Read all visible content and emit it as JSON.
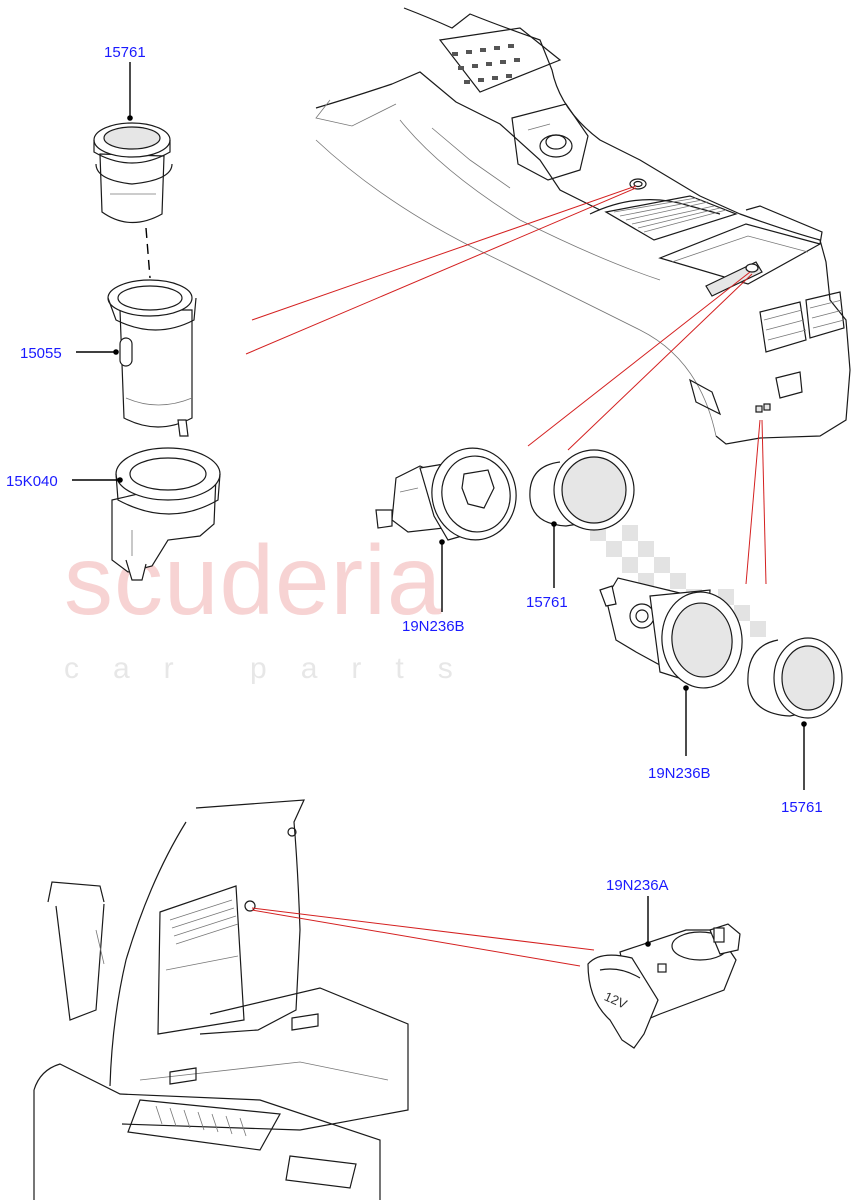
{
  "watermark": {
    "brand": "scuderia",
    "tagline": "car parts"
  },
  "labels": {
    "cap_top_left": "15761",
    "socket_body_left": "15055",
    "retainer_left": "15K040",
    "socket_center": "19N236B",
    "cap_center": "15761",
    "socket_right": "19N236B",
    "cap_right": "15761",
    "socket_12v": "19N236A",
    "socket_12v_marking": "12V"
  },
  "colors": {
    "label_text": "#1a1aff",
    "callout_lines": "#d42020",
    "watermark_main": "#f7d3d3",
    "watermark_sub": "#e7e7e7"
  }
}
